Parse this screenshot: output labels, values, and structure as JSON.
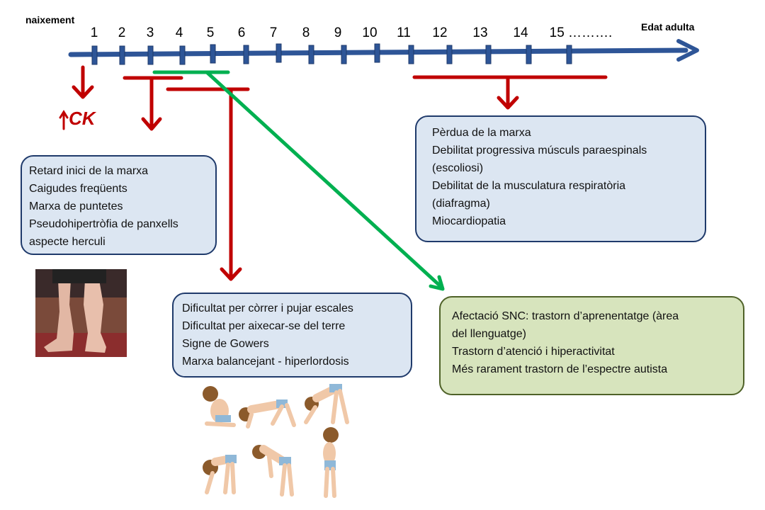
{
  "timeline": {
    "start_label": "naixement",
    "end_label": "Edat adulta",
    "ticks": [
      "1",
      "2",
      "3",
      "4",
      "5",
      "6",
      "7",
      "8",
      "9",
      "10",
      "11",
      "12",
      "13",
      "14",
      "15 ………."
    ]
  },
  "ck_label": "CK",
  "boxes": {
    "early": [
      "Retard inici de la marxa",
      "Caigudes freqüents",
      "Marxa de puntetes",
      "Pseudohipertròfia  de panxells",
      "aspecte  herculi"
    ],
    "middle": [
      "Dificultat per còrrer i pujar escales",
      "Dificultat per aixecar-se  del terre",
      "Signe de Gowers",
      "Marxa balancejant - hiperlordosis"
    ],
    "late": [
      "Pèrdua de la marxa",
      "Debilitat progressiva  músculs paraespinals",
      "(escoliosi)",
      "Debilitat de la musculatura respiratòria",
      "(diafragma)",
      "Miocardiopatia"
    ],
    "cns": [
      "Afectació SNC: trastorn d’aprenentatge  (àrea",
      "del llenguatge)",
      "Trastorn d’atenció  i hiperactivitat",
      "Més rarament  trastorn de l’espectre  autista"
    ]
  },
  "colors": {
    "axis": "#2e5597",
    "red": "#c00000",
    "green": "#00b050"
  }
}
